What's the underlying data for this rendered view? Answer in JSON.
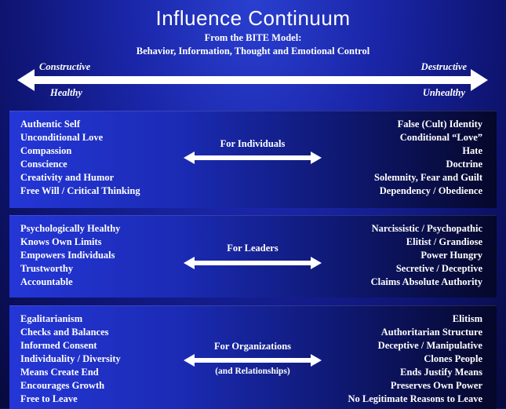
{
  "header": {
    "title": "Influence Continuum",
    "subtitle_line1": "From the BITE Model:",
    "subtitle_line2": "Behavior, Information, Thought and Emotional Control"
  },
  "continuum": {
    "left_top": "Constructive",
    "left_bottom": "Healthy",
    "right_top": "Destructive",
    "right_bottom": "Unhealthy"
  },
  "panels": [
    {
      "label": "For Individuals",
      "sublabel": "",
      "left": [
        "Authentic Self",
        "Unconditional Love",
        "Compassion",
        "Conscience",
        "Creativity and Humor",
        "Free Will / Critical Thinking"
      ],
      "right": [
        "False (Cult) Identity",
        "Conditional “Love”",
        "Hate",
        "Doctrine",
        "Solemnity, Fear and Guilt",
        "Dependency / Obedience"
      ]
    },
    {
      "label": "For Leaders",
      "sublabel": "",
      "left": [
        "Psychologically Healthy",
        "Knows Own Limits",
        "Empowers Individuals",
        "Trustworthy",
        "Accountable"
      ],
      "right": [
        "Narcissistic / Psychopathic",
        "Elitist / Grandiose",
        "Power Hungry",
        "Secretive / Deceptive",
        "Claims Absolute Authority"
      ]
    },
    {
      "label": "For Organizations",
      "sublabel": "(and Relationships)",
      "left": [
        "Egalitarianism",
        "Checks and Balances",
        "Informed Consent",
        "Individuality / Diversity",
        "Means Create End",
        "Encourages Growth",
        "Free to Leave"
      ],
      "right": [
        "Elitism",
        "Authoritarian Structure",
        "Deceptive / Manipulative",
        "Clones People",
        "Ends Justify Means",
        "Preserves Own Power",
        "No Legitimate Reasons to Leave"
      ]
    }
  ]
}
